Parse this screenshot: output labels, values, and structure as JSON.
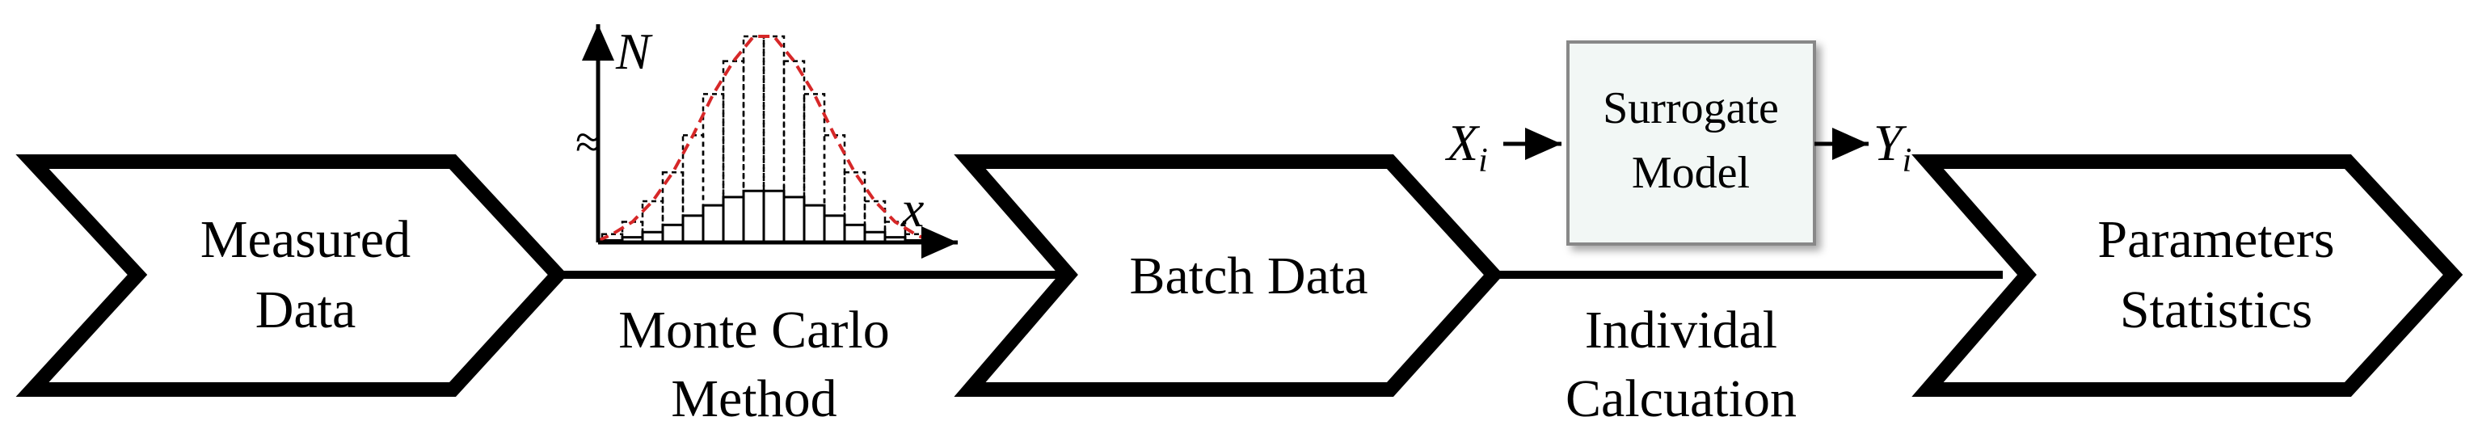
{
  "stages": [
    {
      "id": "measured",
      "lines": [
        "Measured",
        "Data"
      ]
    },
    {
      "id": "batch",
      "lines": [
        "Batch Data"
      ]
    },
    {
      "id": "params",
      "lines": [
        "Parameters",
        "Statistics"
      ]
    }
  ],
  "transitions": [
    {
      "id": "monte-carlo",
      "lines": [
        "Monte Carlo",
        "Method"
      ]
    },
    {
      "id": "individual",
      "lines": [
        "Individal",
        "Calcuation"
      ]
    }
  ],
  "surrogate": {
    "lines": [
      "Surrogate",
      "Model"
    ],
    "input": {
      "base": "X",
      "sub": "i"
    },
    "output": {
      "base": "Y",
      "sub": "i"
    }
  },
  "histogram": {
    "y_axis_label": "N",
    "x_axis_label": "x",
    "break_symbol": "≈",
    "outer_counts": [
      0.04,
      0.1,
      0.2,
      0.34,
      0.52,
      0.72,
      0.88,
      1.0,
      1.0,
      0.88,
      0.72,
      0.52,
      0.34,
      0.2,
      0.1,
      0.04
    ],
    "inner_counts": [
      0.01,
      0.025,
      0.05,
      0.085,
      0.13,
      0.18,
      0.22,
      0.25,
      0.25,
      0.22,
      0.18,
      0.13,
      0.085,
      0.05,
      0.025,
      0.01
    ],
    "fit_color": "#d62728"
  },
  "colors": {
    "stroke": "#000000",
    "box_fill": "#f2f7f5",
    "box_stroke": "#888888"
  }
}
